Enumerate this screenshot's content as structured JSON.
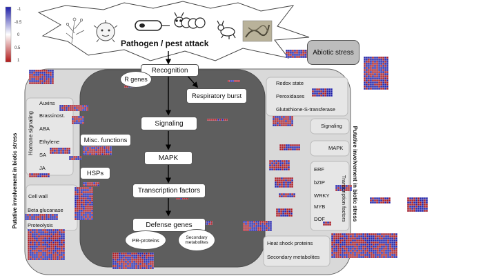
{
  "legend": {
    "ticks": [
      "-1",
      "-0.5",
      "0",
      "0.5",
      "1"
    ],
    "colors": {
      "low": "#1f1fa8",
      "mid": "#ffffff",
      "high": "#b01818"
    }
  },
  "banner": {
    "title": "Pathogen / pest attack",
    "icons": [
      "fungus-icon",
      "virus-icon",
      "bacterium-icon",
      "caterpillar-icon",
      "aphid-icon",
      "nematode-photo"
    ]
  },
  "abiotic_stress": "Abiotic stress",
  "cell": {
    "side_label": "Putative involvement in biotic stress"
  },
  "pathway": {
    "recognition": "Recognition",
    "r_genes": "R genes",
    "respiratory_burst": "Respiratory burst",
    "signaling": "Signaling",
    "mapk": "MAPK",
    "transcription_factors": "Transcription factors",
    "defense_genes": "Defense genes",
    "pr_proteins": "PR-proteins",
    "secondary_metabolites_line1": "Secondary",
    "secondary_metabolites_line2": "metabolites"
  },
  "left_panel": {
    "hormone_title": "Homone signaling",
    "hormones": [
      "Auxins",
      "Brassinost.",
      "ABA",
      "Ethylene",
      "SA",
      "JA"
    ],
    "misc_functions": "Misc. functions",
    "hsps": "HSPs",
    "cell_wall": "Cell wall",
    "beta_glucanase": "Beta glucanase",
    "proteolysis": "Proteolysis"
  },
  "right_panel": {
    "items": [
      "Redox state",
      "Peroxidases",
      "Glutathione-S-transferase"
    ],
    "signaling": "Signaling",
    "mapk": "MAPK",
    "tf_title": "Transcription factors",
    "tf_items": [
      "ERF",
      "bZIP",
      "WRKY",
      "MYB",
      "DOF"
    ],
    "heat_shock_proteins": "Heat shock proteins",
    "secondary_metabolites": "Secondary metabolites"
  }
}
